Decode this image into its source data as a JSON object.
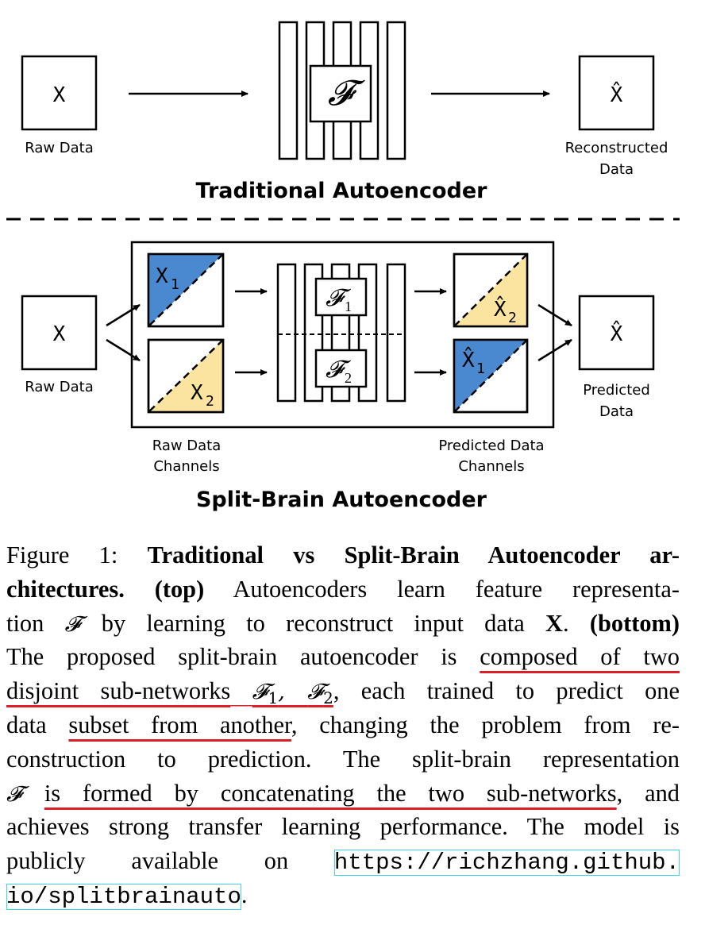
{
  "top": {
    "input_symbol": "X",
    "input_label": "Raw Data",
    "encoder_symbol": "𝓕",
    "output_symbol": "X̂",
    "output_label_1": "Reconstructed",
    "output_label_2": "Data",
    "title": "Traditional Autoencoder"
  },
  "bottom": {
    "input_symbol": "X",
    "input_label": "Raw Data",
    "channel_1_symbol": "X",
    "channel_1_sub": "1",
    "channel_2_symbol": "X",
    "channel_2_sub": "2",
    "encoder_1_symbol": "𝓕",
    "encoder_1_sub": "1",
    "encoder_2_symbol": "𝓕",
    "encoder_2_sub": "2",
    "pred_1_symbol": "X̂",
    "pred_1_sub": "1",
    "pred_2_symbol": "X̂",
    "pred_2_sub": "2",
    "output_symbol": "X̂",
    "output_label_1": "Predicted",
    "output_label_2": "Data",
    "raw_channels_1": "Raw Data",
    "raw_channels_2": "Channels",
    "pred_channels_1": "Predicted Data",
    "pred_channels_2": "Channels",
    "title": "Split-Brain Autoencoder"
  },
  "colors": {
    "blue": "#4a88cf",
    "yellow": "#fbe3a0",
    "underline": "#d9202a",
    "url_box": "#3fd7e6"
  },
  "caption": {
    "fig_label": "Figure 1:",
    "bold_title_a": "Traditional vs Split-Brain Autoencoder ar-",
    "bold_title_b": "chitectures.",
    "top_tag": "(top)",
    "t1": "Autoencoders learn feature representa-",
    "t2a": "tion",
    "t2b": "by learning to reconstruct input data",
    "t2x": "X",
    "t2c": ".",
    "bottom_tag": "(bottom)",
    "t3a": "The proposed split-brain autoencoder is",
    "t3b": "composed of two",
    "t4a": "disjoint sub-networks",
    "t4b": ", each trained to predict one",
    "t5a": "data",
    "t5b": "subset from another",
    "t5c": ", changing the problem from re-",
    "t6": "construction to prediction.  The split-brain representation",
    "t7b": "is formed by concatenating the two sub-networks",
    "t7c": ", and",
    "t8": "achieves strong transfer learning performance. The model is",
    "t9a": "publicly available on",
    "url_1": "https://richzhang.github.",
    "url_2": "io/splitbrainauto",
    "t10": "."
  }
}
